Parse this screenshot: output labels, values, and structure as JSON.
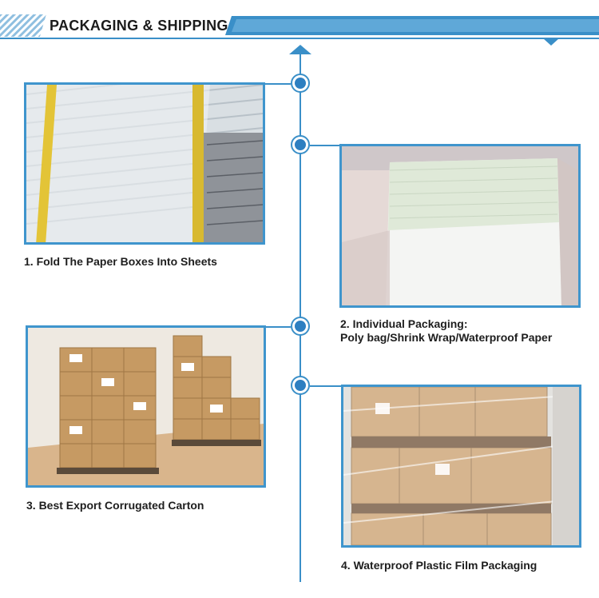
{
  "header": {
    "title": "PACKAGING & SHIPPING"
  },
  "colors": {
    "accent": "#3a8fc8",
    "dark_accent": "#2d7fc1",
    "text": "#1e1e1e"
  },
  "steps": [
    {
      "caption": "1. Fold The Paper Boxes Into Sheets"
    },
    {
      "caption_line1": "2. Individual Packaging:",
      "caption_line2": "Poly bag/Shrink Wrap/Waterproof Paper"
    },
    {
      "caption": "3. Best Export Corrugated Carton"
    },
    {
      "caption": "4. Waterproof Plastic Film Packaging"
    }
  ]
}
